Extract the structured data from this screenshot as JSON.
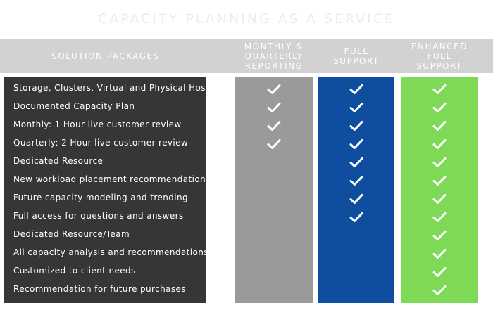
{
  "title": "CAPACITY PLANNING AS A SERVICE",
  "columns": {
    "solutions": "SOLUTION PACKAGES",
    "monthly": [
      "MONTHLY &",
      "QUARTERLY",
      "REPORTING"
    ],
    "full": [
      "FULL",
      "SUPPORT"
    ],
    "enhanced": [
      "ENHANCED",
      "FULL",
      "SUPPORT"
    ]
  },
  "features": [
    "Storage, Clusters, Virtual and Physical Hosts",
    "Documented Capacity Plan",
    "Monthly: 1 Hour live customer review",
    "Quarterly: 2 Hour live customer review",
    "Dedicated Resource",
    "New workload placement recommendations",
    "Future capacity modeling and trending",
    "Full access for questions and answers",
    "Dedicated Resource/Team",
    "All capacity analysis and recommendations",
    "Customized to client needs",
    "Recommendation for future purchases"
  ],
  "checks": {
    "monthly": [
      true,
      true,
      true,
      true,
      false,
      false,
      false,
      false,
      false,
      false,
      false,
      false
    ],
    "full": [
      true,
      true,
      true,
      true,
      true,
      true,
      true,
      true,
      false,
      false,
      false,
      false
    ],
    "enhanced": [
      true,
      true,
      true,
      true,
      true,
      true,
      true,
      true,
      true,
      true,
      true,
      true
    ]
  },
  "icons": {
    "check": "checkmark-icon"
  },
  "colors": {
    "header_band": "#d2d2d2",
    "features_panel": "#363636",
    "monthly": "#9a9a9a",
    "full": "#0f4d9f",
    "enhanced": "#7ed957",
    "title": "#ececec"
  }
}
